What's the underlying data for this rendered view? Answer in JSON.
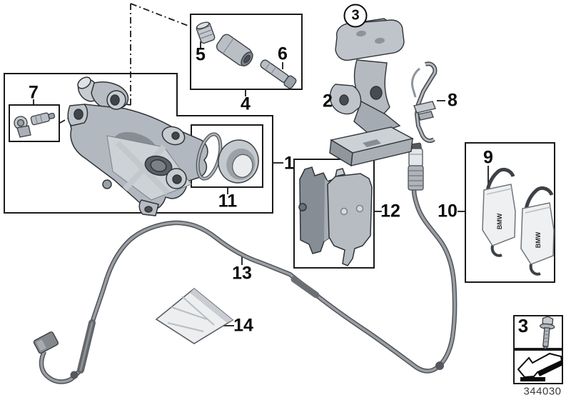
{
  "diagram": {
    "id_label": "344030",
    "callouts": {
      "c1": "1",
      "c2": "2",
      "c3_circle": "3",
      "c3_box": "3",
      "c4": "4",
      "c5": "5",
      "c6": "6",
      "c7": "7",
      "c8": "8",
      "c9": "9",
      "c10": "10",
      "c11": "11",
      "c12": "12",
      "c13": "13",
      "c14": "14"
    },
    "clips": {
      "left_brand": "BMW",
      "right_brand": "BMW"
    },
    "colors": {
      "line": "#1a1a1a",
      "part_light": "#c9cdd2",
      "part_mid": "#9aa1a7",
      "part_dark": "#60666c",
      "background": "#ffffff"
    }
  }
}
